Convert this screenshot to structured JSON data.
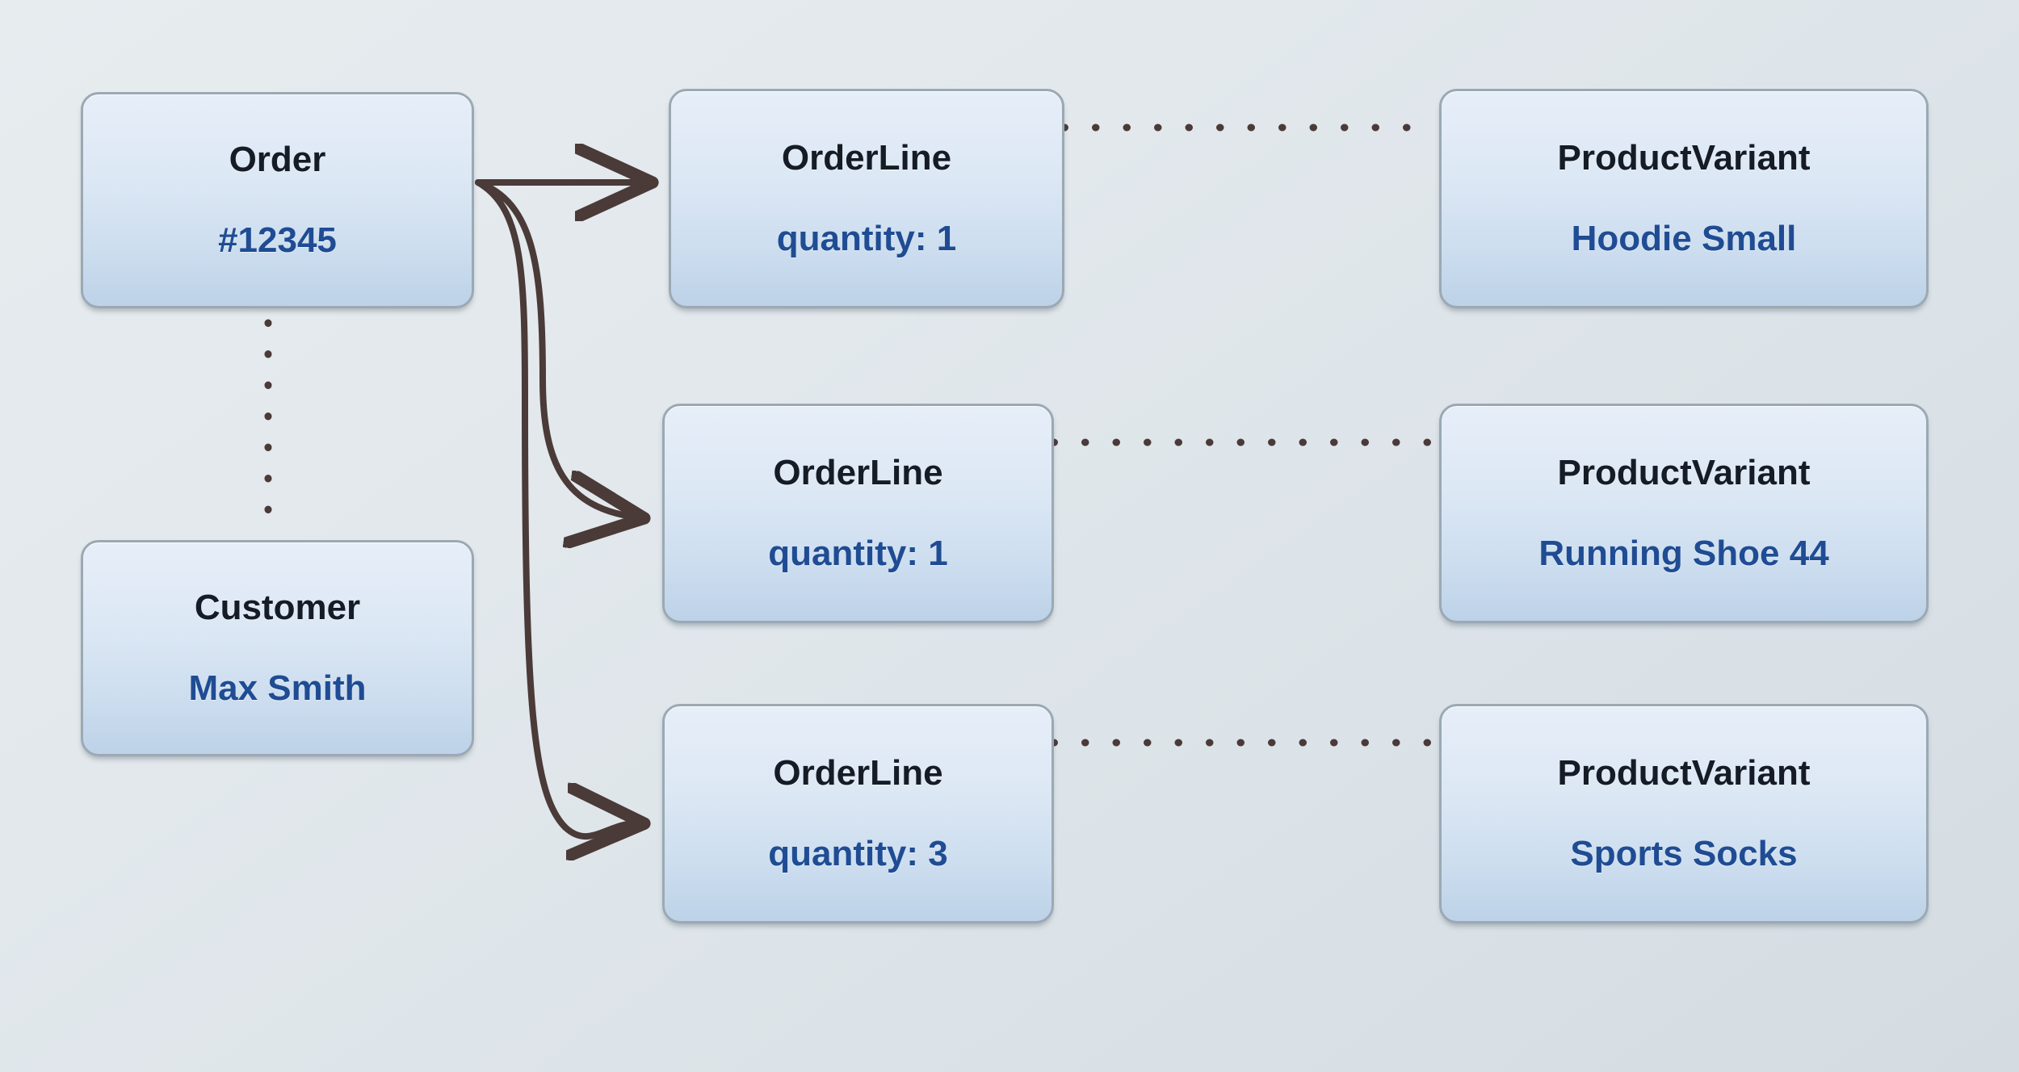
{
  "diagram": {
    "type": "entity-relationship-object-graph",
    "background_color": "#e2e8ec",
    "node_fill_top": "#e6eef8",
    "node_fill_bottom": "#bdd2e8",
    "node_border_color": "#9aa9b4",
    "title_text_color": "#151c26",
    "value_text_color": "#1f4c93",
    "connector_color": "#4a3a38"
  },
  "nodes": {
    "order": {
      "title": "Order",
      "value": "#12345"
    },
    "customer": {
      "title": "Customer",
      "value": "Max Smith"
    },
    "order_lines": [
      {
        "title": "OrderLine",
        "value": "quantity: 1"
      },
      {
        "title": "OrderLine",
        "value": "quantity: 1"
      },
      {
        "title": "OrderLine",
        "value": "quantity: 3"
      }
    ],
    "product_variants": [
      {
        "title": "ProductVariant",
        "value": "Hoodie Small"
      },
      {
        "title": "ProductVariant",
        "value": "Running Shoe 44"
      },
      {
        "title": "ProductVariant",
        "value": "Sports Socks"
      }
    ]
  },
  "edges": {
    "order_to_orderlines": {
      "style": "solid-curved-arrow",
      "count": 3,
      "direction": "order -> orderline"
    },
    "order_to_customer": {
      "style": "dotted",
      "direction": "vertical"
    },
    "orderline_to_variant": {
      "style": "dotted",
      "count": 3,
      "direction": "horizontal"
    }
  }
}
